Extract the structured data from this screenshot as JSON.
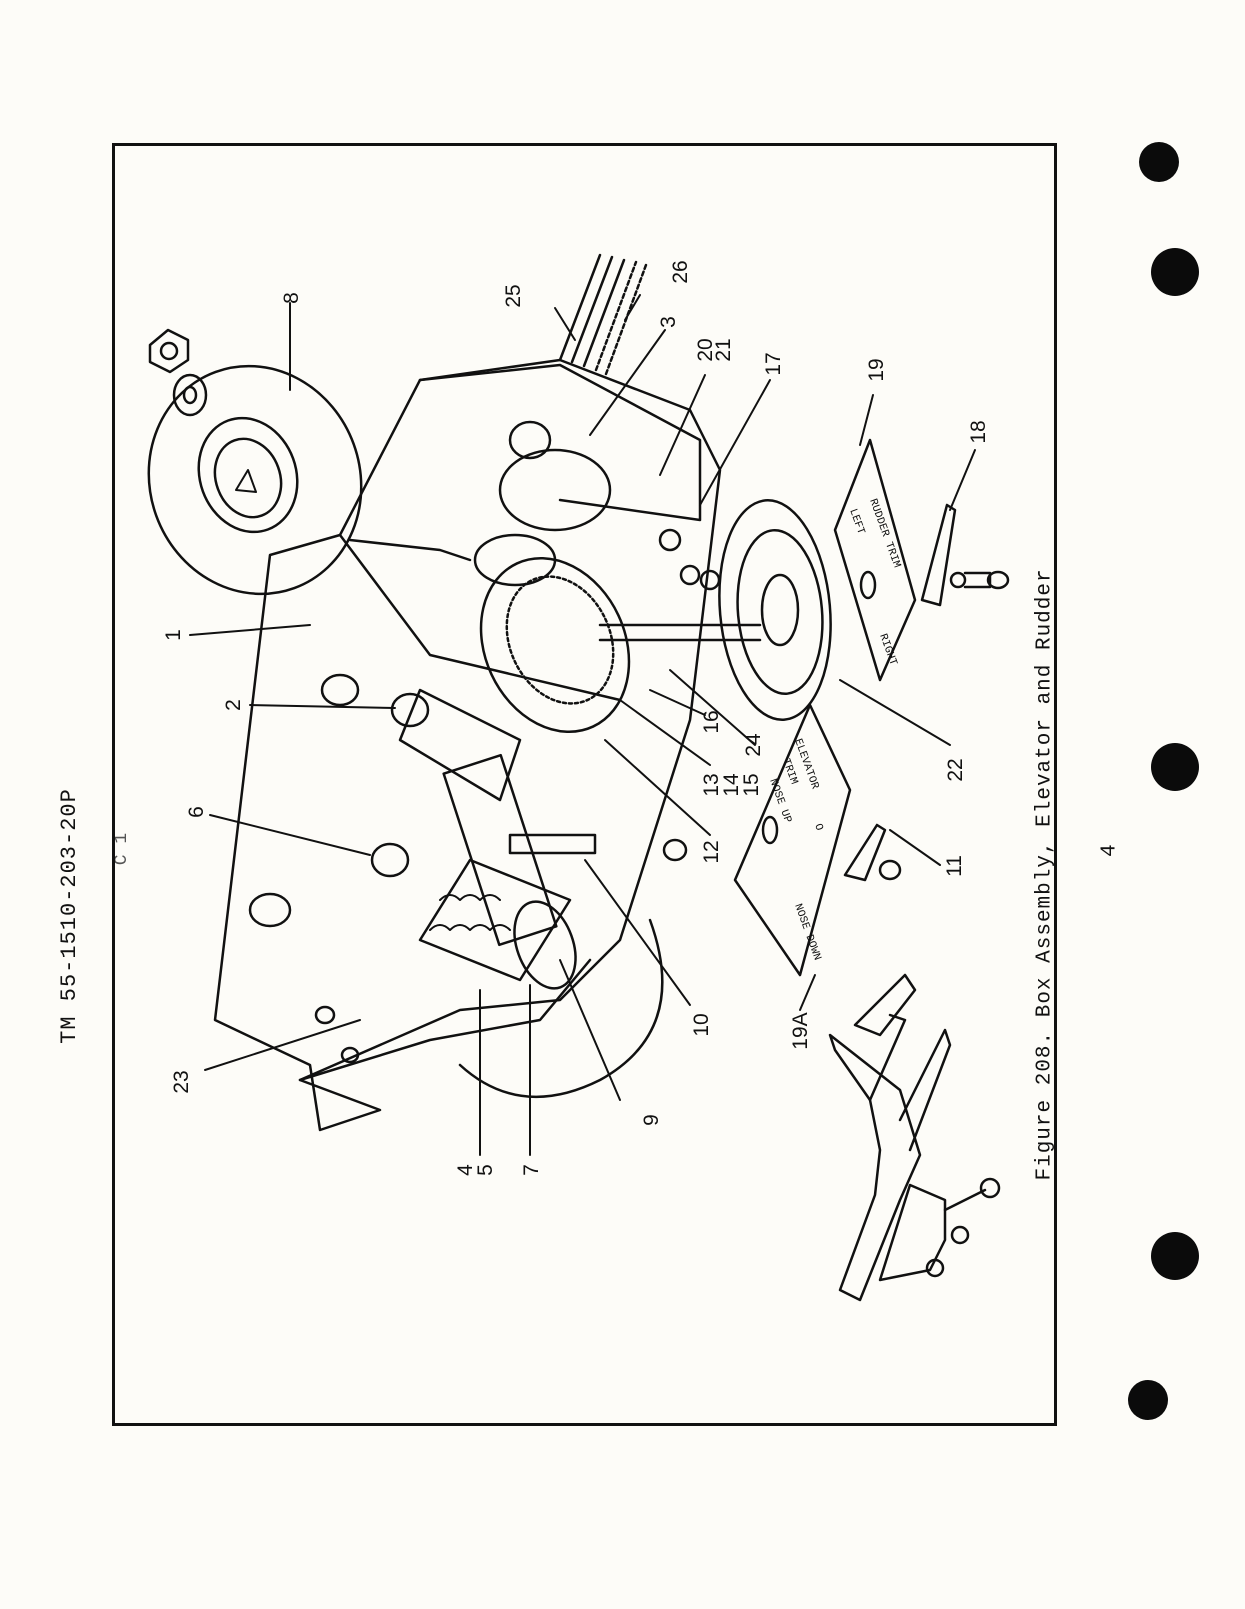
{
  "header": {
    "doc_number": "TM 55-1510-203-20P",
    "revision": "C 1"
  },
  "figure": {
    "caption": "Figure 208.  Box Assembly, Elevator and Rudder",
    "plates": {
      "elevator": [
        "ELEVATOR",
        "TRIM",
        "NOSE UP",
        "O",
        "NOSE DOWN"
      ],
      "rudder": [
        "RUDDER TRIM",
        "LEFT",
        "RIGHT"
      ]
    },
    "callouts": [
      {
        "id": "c1",
        "text": "1"
      },
      {
        "id": "c2",
        "text": "2"
      },
      {
        "id": "c3",
        "text": "3"
      },
      {
        "id": "c45",
        "lines": [
          "4",
          "5"
        ]
      },
      {
        "id": "c6",
        "text": "6"
      },
      {
        "id": "c7",
        "text": "7"
      },
      {
        "id": "c8",
        "text": "8"
      },
      {
        "id": "c9",
        "text": "9"
      },
      {
        "id": "c10",
        "text": "10"
      },
      {
        "id": "c11",
        "text": "11"
      },
      {
        "id": "c12",
        "text": "12"
      },
      {
        "id": "c131415",
        "lines": [
          "13",
          "14",
          "15"
        ]
      },
      {
        "id": "c16",
        "text": "16"
      },
      {
        "id": "c17",
        "text": "17"
      },
      {
        "id": "c18",
        "text": "18"
      },
      {
        "id": "c19",
        "text": "19"
      },
      {
        "id": "c19a",
        "text": "19A"
      },
      {
        "id": "c2021",
        "lines": [
          "20",
          "21"
        ]
      },
      {
        "id": "c22",
        "text": "22"
      },
      {
        "id": "c23",
        "text": "23"
      },
      {
        "id": "c24",
        "text": "24"
      },
      {
        "id": "c25",
        "text": "25"
      },
      {
        "id": "c26",
        "text": "26"
      }
    ]
  },
  "page_number": "4",
  "colors": {
    "ink": "#111111",
    "paper": "#fdfcf8",
    "punch_hole": "#0b0b0b"
  }
}
